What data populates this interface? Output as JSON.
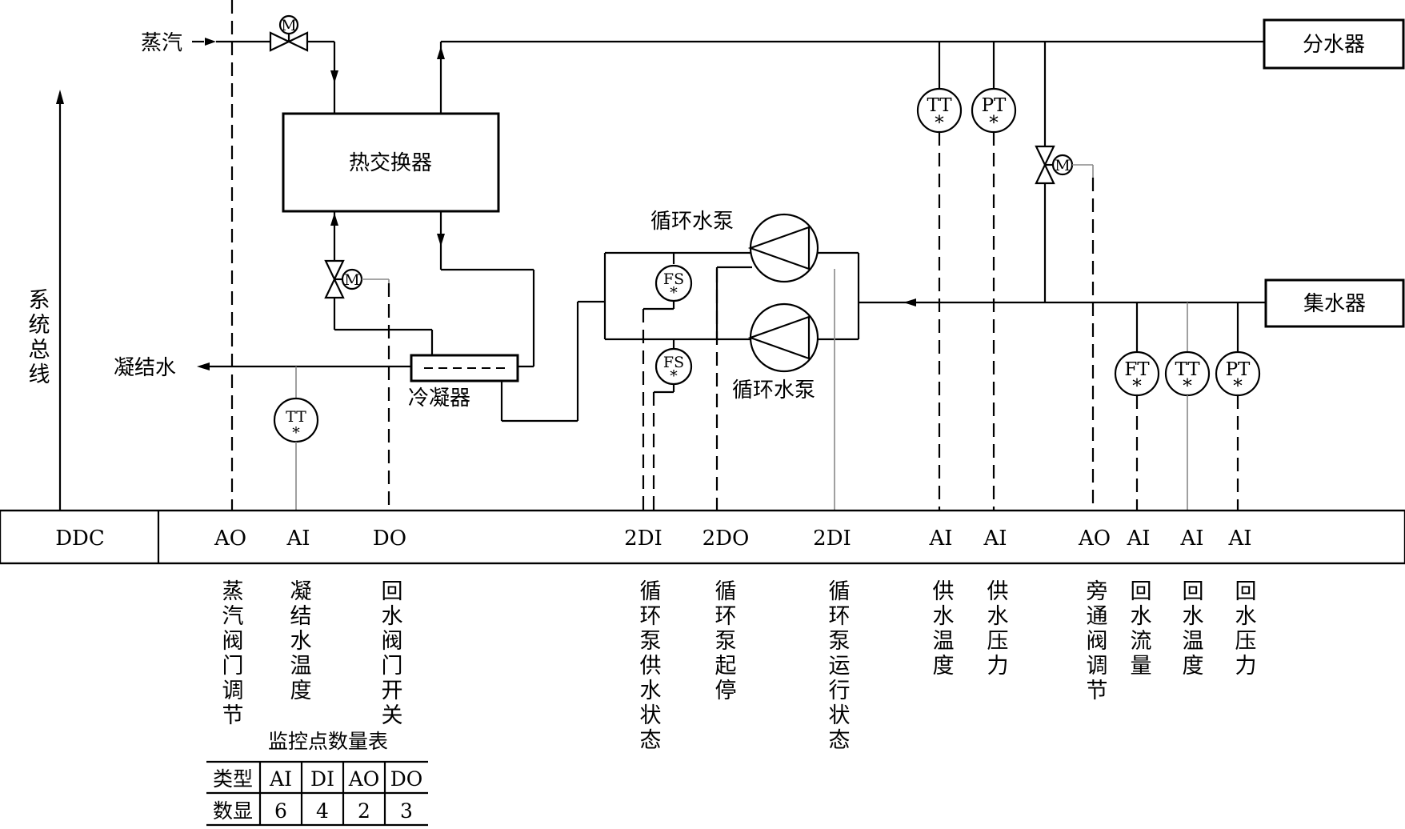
{
  "labels": {
    "steam": "蒸汽",
    "bus": "系统总线",
    "heat_exchanger": "热交换器",
    "condensate": "凝结水",
    "condenser": "冷凝器",
    "pump_top": "循环水泵",
    "pump_bottom": "循环水泵",
    "supply_header": "分水器",
    "return_header": "集水器",
    "ddc": "DDC"
  },
  "instruments": [
    {
      "id": "TT-supply",
      "tag": "TT"
    },
    {
      "id": "PT-supply",
      "tag": "PT"
    },
    {
      "id": "TT-condensate",
      "tag": "TT"
    },
    {
      "id": "FS-1",
      "tag": "FS"
    },
    {
      "id": "FS-2",
      "tag": "FS"
    },
    {
      "id": "FT-return",
      "tag": "FT"
    },
    {
      "id": "TT-return",
      "tag": "TT"
    },
    {
      "id": "PT-return",
      "tag": "PT"
    }
  ],
  "instrument_mark": "*",
  "valve_motor": "M",
  "io_points": [
    {
      "type": "AO",
      "desc": "蒸汽阀门调节"
    },
    {
      "type": "AI",
      "desc": "凝结水温度"
    },
    {
      "type": "DO",
      "desc": "回水阀门开关"
    },
    {
      "type": "2DI",
      "desc": "循环泵供水状态"
    },
    {
      "type": "2DO",
      "desc": "循环泵起停"
    },
    {
      "type": "2DI",
      "desc": "循环泵运行状态"
    },
    {
      "type": "AI",
      "desc": "供水温度"
    },
    {
      "type": "AI",
      "desc": "供水压力"
    },
    {
      "type": "AO",
      "desc": "旁通阀调节"
    },
    {
      "type": "AI",
      "desc": "回水流量"
    },
    {
      "type": "AI",
      "desc": "回水温度"
    },
    {
      "type": "AI",
      "desc": "回水压力"
    }
  ],
  "table": {
    "title": "监控点数量表",
    "headers": [
      "类型",
      "AI",
      "DI",
      "AO",
      "DO"
    ],
    "row": [
      "数显",
      "6",
      "4",
      "2",
      "3"
    ]
  }
}
